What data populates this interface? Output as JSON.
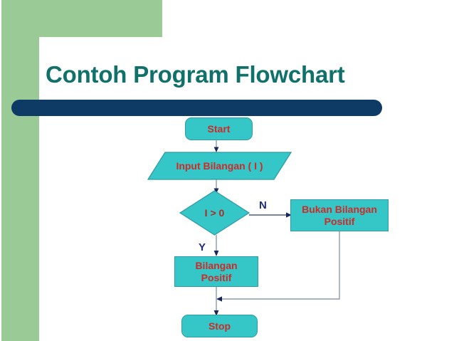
{
  "slide": {
    "title": "Contoh Program Flowchart",
    "colors": {
      "accent_green": "#9acb96",
      "title_teal": "#10716b",
      "title_bar_navy": "#0d3b66",
      "shape_fill_cyan": "#35c6c8",
      "shape_border": "#2f9ba6",
      "shape_text_red": "#d02a26",
      "branch_label_navy": "#1d2d78",
      "connector_line": "#8a9bb0",
      "background": "#ffffff"
    }
  },
  "flowchart": {
    "nodes": {
      "start": {
        "label": "Start",
        "type": "terminator"
      },
      "input": {
        "label": "Input Bilangan ( I )",
        "type": "input-output"
      },
      "decision": {
        "label": "I > 0",
        "type": "decision"
      },
      "not_positive": {
        "label": "Bukan Bilangan\nPositif",
        "line1": "Bukan Bilangan",
        "line2": "Positif",
        "type": "process"
      },
      "positive": {
        "label": "Bilangan\nPositif",
        "line1": "Bilangan",
        "line2": "Positif",
        "type": "process"
      },
      "stop": {
        "label": "Stop",
        "type": "terminator"
      }
    },
    "branch_labels": {
      "no": "N",
      "yes": "Y"
    }
  }
}
